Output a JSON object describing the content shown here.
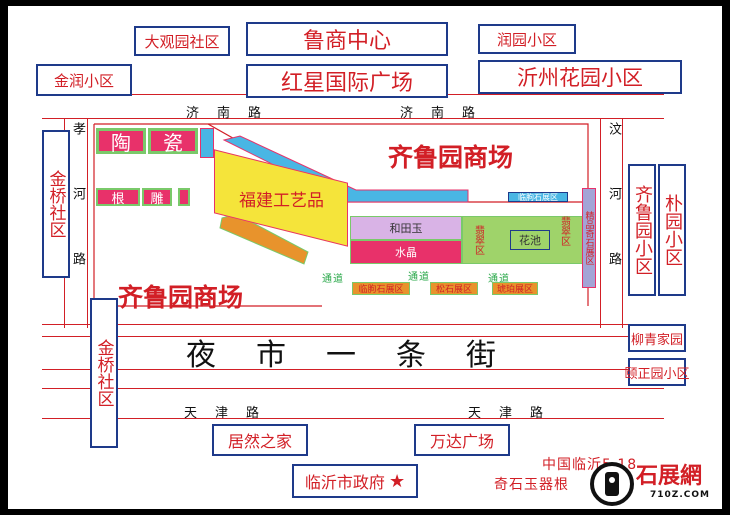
{
  "north_labels": {
    "daguanyuan": "大观园社区",
    "lushang": "鲁商中心",
    "runyuan": "润园小区",
    "jinrun": "金润小区",
    "hongxing": "红星国际广场",
    "yizhou": "沂州花园小区"
  },
  "roads": {
    "jinan_1": "济南路",
    "jinan_2": "济南路",
    "xiaohe": "孝河路",
    "wenhe": "汶河路",
    "tianjin_1": "天津路",
    "tianjin_2": "天津路",
    "night_street": "夜市一条街"
  },
  "west_labels": {
    "jinqiao_top": "金桥社区",
    "jinqiao_bottom": "金桥社区"
  },
  "east_labels": {
    "qiluyuan": "齐鲁园小区",
    "piaoyuan": "朴园小区",
    "liuqing": "柳青家园",
    "yizheng": "颐正园小区"
  },
  "mall": {
    "title_top": "齐鲁园商场",
    "title_bottom": "齐鲁园商场",
    "ceramics_1": "陶",
    "ceramics_2": "瓷",
    "root_1": "根",
    "root_2": "雕",
    "fujian": "福建工艺品",
    "hetianyu": "和田玉",
    "crystal": "水晶",
    "feicui_1": "翡翠区",
    "feicui_2": "翡翠区",
    "flower_pool": "花池",
    "passage_1": "通道",
    "passage_2": "通道",
    "passage_3": "通道",
    "linqu_stone": "临朐石展区",
    "songshi": "松石展区",
    "amber": "琥珀展区",
    "linqu_small": "临朐石展区",
    "jingpin": "精品奇石展区"
  },
  "south_labels": {
    "jurang": "居然之家",
    "wanda": "万达广场",
    "gov": "临沂市政府",
    "star_icon": "★"
  },
  "note": {
    "line1": "中国临沂5.18",
    "line2": "奇石玉器根"
  },
  "watermark": {
    "brand": "石展網",
    "site": "710Z.COM"
  },
  "colors": {
    "red": "#d21f26",
    "blue_border": "#1e3a8a",
    "yellow": "#f5e43a",
    "green": "#9fd36a",
    "pink": "#e8316a",
    "lavender": "#d9b3e6",
    "cyan": "#49b6e4",
    "orange": "#e8932c",
    "periwinkle": "#a3a4d6"
  }
}
